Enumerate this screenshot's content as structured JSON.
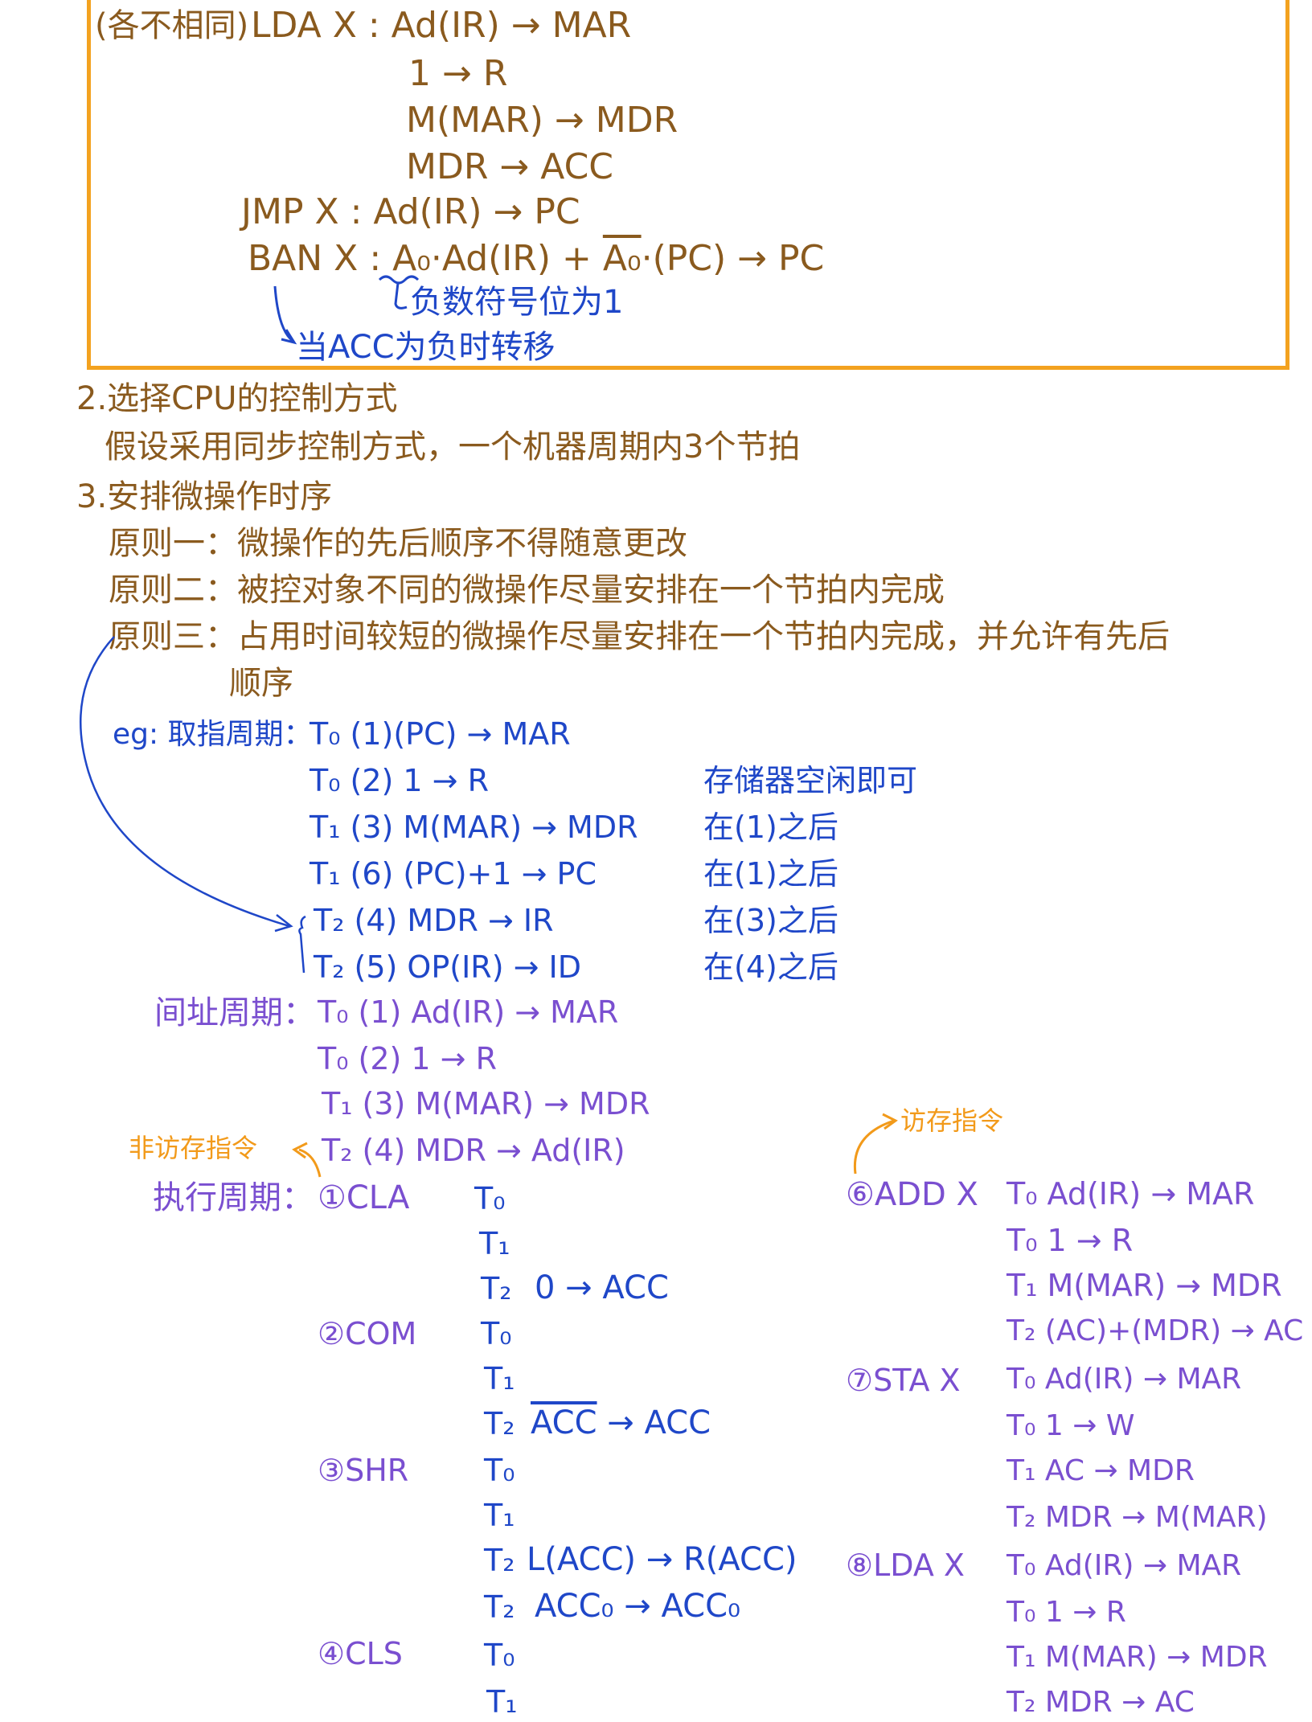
{
  "box": {
    "label": "(各不相同)",
    "lda_x": "LDA X : Ad(IR) → MAR",
    "lda_r": "1 → R",
    "lda_mdr": "M(MAR) → MDR",
    "lda_acc": "MDR → ACC",
    "jmp": "JMP X : Ad(IR) → PC",
    "ban_head": "BAN X : ",
    "ban_a0": "A₀",
    "ban_mid": "·Ad(IR) + ",
    "ban_a0bar": "A₀",
    "ban_tail": "·(PC) → PC",
    "note_sign": "负数符号位为1",
    "note_acc": "当ACC为负时转移"
  },
  "section2": {
    "title": "2.选择CPU的控制方式",
    "body": "假设采用同步控制方式，一个机器周期内3个节拍"
  },
  "section3": {
    "title": "3.安排微操作时序",
    "rule1": "原则一：微操作的先后顺序不得随意更改",
    "rule2": "原则二：被控对象不同的微操作尽量安排在一个节拍内完成",
    "rule3a": "原则三：占用时间较短的微操作尽量安排在一个节拍内完成，并允许有先后",
    "rule3b": "顺序"
  },
  "fetch": {
    "label": "eg: 取指周期：",
    "rows": [
      "T₀ (1)(PC) → MAR",
      "T₀ (2) 1 → R",
      "T₁ (3) M(MAR) → MDR",
      "T₁ (6) (PC)+1 → PC",
      "T₂ (4) MDR → IR",
      "T₂ (5) OP(IR) → ID"
    ],
    "notes": [
      "存储器空闲即可",
      "在(1)之后",
      "在(1)之后",
      "在(3)之后",
      "在(4)之后"
    ]
  },
  "indirect": {
    "label": "间址周期：",
    "rows": [
      "T₀ (1) Ad(IR) → MAR",
      "T₀ (2) 1 → R",
      "T₁ (3) M(MAR) → MDR",
      "T₂ (4) MDR → Ad(IR)"
    ]
  },
  "exec": {
    "label": "执行周期：",
    "non_mem": "非访存指令",
    "mem": "访存指令",
    "cla": {
      "name": "①CLA",
      "t": [
        "T₀",
        "T₁",
        "T₂"
      ],
      "op2": "0 → ACC"
    },
    "com": {
      "name": "②COM",
      "t": [
        "T₀",
        "T₁",
        "T₂"
      ],
      "op2a": "ACC",
      "op2b": " → ACC"
    },
    "shr": {
      "name": "③SHR",
      "t": [
        "T₀",
        "T₁",
        "T₂",
        "T₂"
      ],
      "op2": "L(ACC) → R(ACC)",
      "op3": "ACC₀ → ACC₀"
    },
    "cls": {
      "name": "④CLS",
      "t": [
        "T₀",
        "T₁"
      ]
    },
    "add": {
      "name": "⑥ADD X",
      "rows": [
        "T₀ Ad(IR) → MAR",
        "T₀ 1 → R",
        "T₁ M(MAR) → MDR",
        "T₂ (AC)+(MDR) → AC"
      ]
    },
    "sta": {
      "name": "⑦STA X",
      "rows": [
        "T₀ Ad(IR) → MAR",
        "T₀ 1 → W",
        "T₁ AC → MDR",
        "T₂ MDR → M(MAR)"
      ]
    },
    "lda": {
      "name": "⑧LDA X",
      "rows": [
        "T₀ Ad(IR) → MAR",
        "T₀ 1 → R",
        "T₁ M(MAR) → MDR",
        "T₂ MDR → AC"
      ]
    }
  }
}
